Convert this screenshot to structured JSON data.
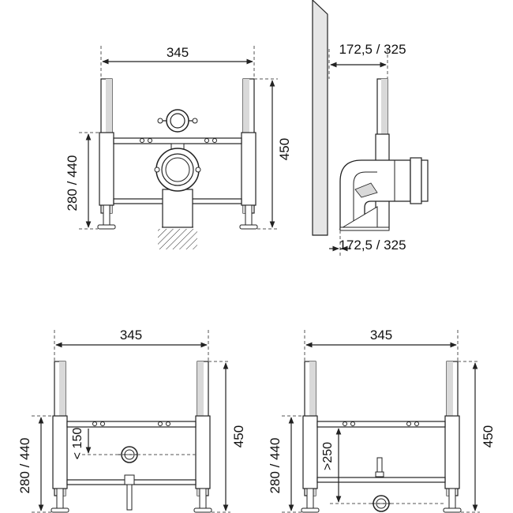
{
  "diagram": {
    "colors": {
      "line": "#222222",
      "frame_fill": "#ffffff",
      "shade": "#d9d9d9",
      "wall": "#e6e6e6",
      "dash": "#555555"
    },
    "views": {
      "front_toilet": {
        "width_label": "345",
        "height_label": "450",
        "adjust_label": "280 / 440"
      },
      "side_toilet": {
        "depth_label": "172,5 / 325"
      },
      "front_basin": {
        "width_label": "345",
        "height_label": "450",
        "adjust_label": "280 / 440",
        "drain_label": "< 150"
      },
      "front_bidet": {
        "width_label": "345",
        "height_label": "450",
        "adjust_label": "280 / 440",
        "drain_label": ">250"
      }
    }
  }
}
